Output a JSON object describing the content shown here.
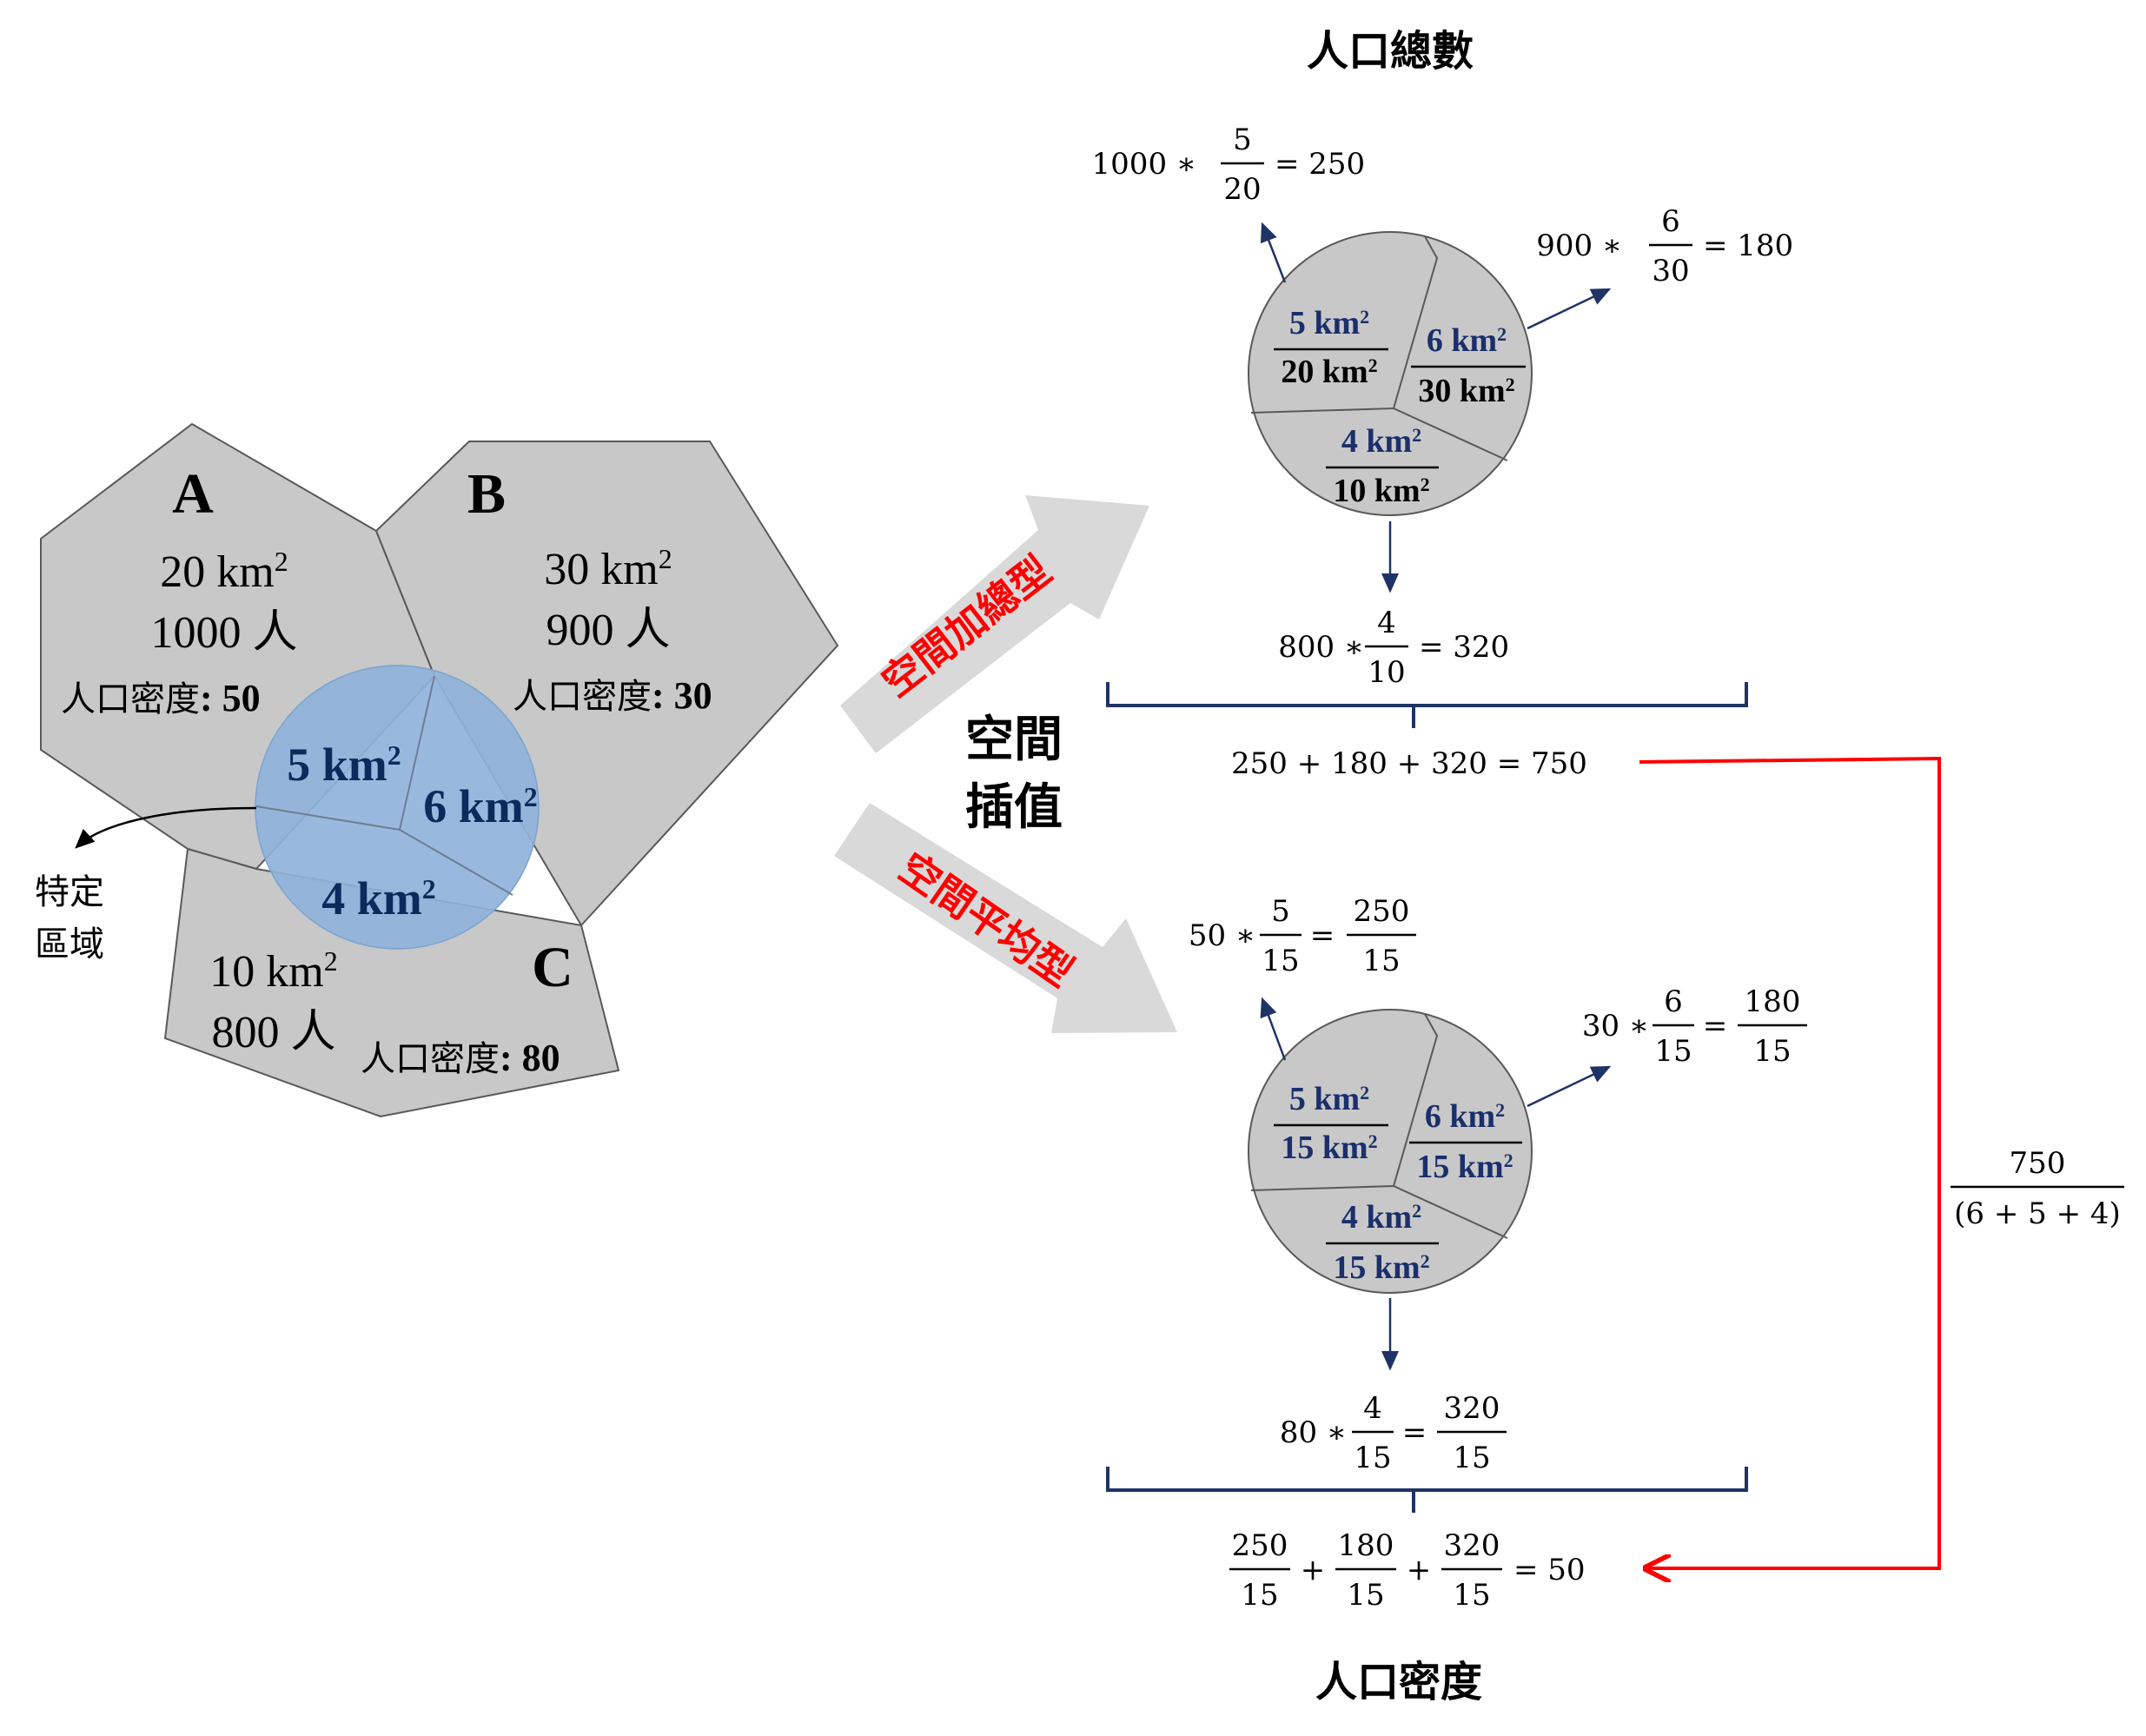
{
  "regions": {
    "a": {
      "label": "A",
      "area": "20 km",
      "area_sup": "2",
      "population": "1000 人",
      "density_label": "人口密度",
      "density_value": ": 50"
    },
    "b": {
      "label": "B",
      "area": "30 km",
      "area_sup": "2",
      "population": "900 人",
      "density_label": "人口密度",
      "density_value": ": 30"
    },
    "c": {
      "label": "C",
      "area": "10 km",
      "area_sup": "2",
      "population": "800 人",
      "density_label": "人口密度",
      "density_value": ": 80"
    }
  },
  "specific_area": {
    "label_line1": "特定",
    "label_line2": "區域",
    "part_a": "5 km",
    "part_b": "6 km",
    "part_c": "4 km",
    "sup": "2"
  },
  "center_label": {
    "line1": "空間",
    "line2": "插值"
  },
  "arrows": {
    "extensive": "空間加總型",
    "intensive": "空間平均型"
  },
  "top_panel": {
    "title": "人口總數",
    "pie": {
      "a_num": "5 km",
      "a_den": "20 km",
      "b_num": "6 km",
      "b_den": "30 km",
      "c_num": "4 km",
      "c_den": "10 km",
      "sup": "2"
    },
    "eq_a": {
      "lhs": "1000 ∗",
      "num": "5",
      "den": "20",
      "rhs": "= 250"
    },
    "eq_b": {
      "lhs": "900 ∗",
      "num": "6",
      "den": "30",
      "rhs": "= 180"
    },
    "eq_c": {
      "lhs": "800 ∗",
      "num": "4",
      "den": "10",
      "rhs": "= 320"
    },
    "sum": "250 + 180 + 320 = 750"
  },
  "bottom_panel": {
    "title": "人口密度",
    "pie": {
      "a_num": "5 km",
      "a_den": "15 km",
      "b_num": "6 km",
      "b_den": "15 km",
      "c_num": "4 km",
      "c_den": "15 km",
      "sup": "2"
    },
    "eq_a": {
      "lhs": "50 ∗",
      "num": "5",
      "den": "15",
      "eq": "=",
      "rnum": "250",
      "rden": "15"
    },
    "eq_b": {
      "lhs": "30 ∗",
      "num": "6",
      "den": "15",
      "eq": "=",
      "rnum": "180",
      "rden": "15"
    },
    "eq_c": {
      "lhs": "80 ∗",
      "num": "4",
      "den": "15",
      "eq": "=",
      "rnum": "320",
      "rden": "15"
    },
    "sum": {
      "f1n": "250",
      "f1d": "15",
      "plus1": "+",
      "f2n": "180",
      "f2d": "15",
      "plus2": "+",
      "f3n": "320",
      "f3d": "15",
      "rhs": "= 50"
    }
  },
  "conversion": {
    "num": "750",
    "den": "(6 + 5 + 4)"
  },
  "colors": {
    "region_fill": "#c8c8c8",
    "circle_fill": "#8fb3da",
    "area_text": "#0d2a5c",
    "arrow_fill": "#d9d9d9",
    "arrow_text": "#ff0000",
    "connector": "#1f3366",
    "red_connector": "#ff0000"
  }
}
